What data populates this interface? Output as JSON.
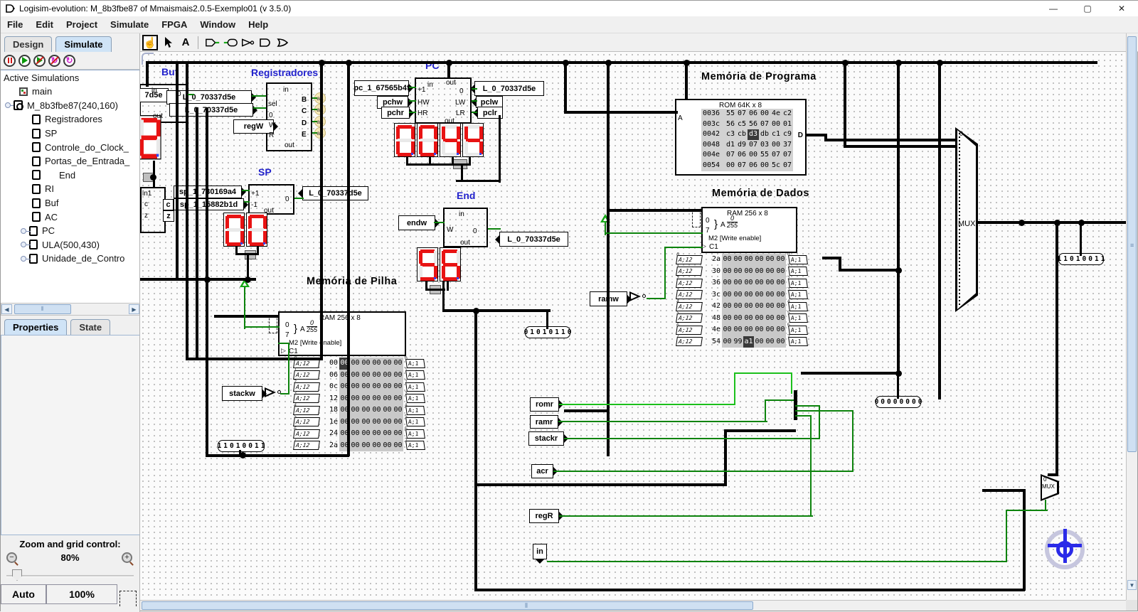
{
  "window": {
    "title": "Logisim-evolution: M_8b3fbe87 of Mmaismais2.0.5-Exemplo01 (v 3.5.0)",
    "controls": {
      "minimize": "—",
      "maximize": "▢",
      "close": "✕"
    }
  },
  "menu": {
    "items": [
      "File",
      "Edit",
      "Project",
      "Simulate",
      "FPGA",
      "Window",
      "Help"
    ]
  },
  "tabs": {
    "design": "Design",
    "simulate": "Simulate"
  },
  "toolbar_tools": [
    "poke-tool",
    "edit-tool",
    "text-tool",
    "input-pin",
    "output-pin",
    "not-gate",
    "and-gate",
    "or-gate"
  ],
  "sim_controls": [
    "sim-pause",
    "sim-run",
    "sim-step",
    "sim-restart",
    "sim-tick"
  ],
  "sidebar": {
    "active_sims_header": "Active Simulations",
    "tree": [
      {
        "label": "main",
        "icon": "main",
        "level": 0
      },
      {
        "label": "M_8b3fbe87(240,160)",
        "icon": "mag",
        "level": 0,
        "handle": true
      },
      {
        "label": "Registradores",
        "icon": "chip",
        "level": 1
      },
      {
        "label": "SP",
        "icon": "chip",
        "level": 1
      },
      {
        "label": "Controle_do_Clock_",
        "icon": "chip",
        "level": 1
      },
      {
        "label": "Portas_de_Entrada_",
        "icon": "chip",
        "level": 1
      },
      {
        "label": "End",
        "icon": "chip",
        "level": 1,
        "indent": true
      },
      {
        "label": "RI",
        "icon": "chip",
        "level": 1
      },
      {
        "label": "Buf",
        "icon": "chip",
        "level": 1
      },
      {
        "label": "AC",
        "icon": "chip",
        "level": 1
      },
      {
        "label": "PC",
        "icon": "chip",
        "level": 1,
        "handle": true
      },
      {
        "label": "ULA(500,430)",
        "icon": "chip",
        "level": 1,
        "handle": true
      },
      {
        "label": "Unidade_de_Contro",
        "icon": "chip",
        "level": 1,
        "handle": true
      }
    ],
    "properties_tab": "Properties",
    "state_tab": "State",
    "zoom": {
      "header": "Zoom and grid control:",
      "percent": "80%",
      "auto": "Auto",
      "hundred": "100%"
    }
  },
  "canvas": {
    "labels": {
      "buf": "Buf",
      "registradores": "Registradores",
      "pc": "PC",
      "sp": "SP",
      "end": "End",
      "mem_programa": "Memória de Programa",
      "mem_dados": "Memória de Dados",
      "mem_pilha": "Memória de Pilha"
    },
    "tunnels": {
      "t_buf": "7d5e",
      "t_reg1": "L_0_70337d5e",
      "t_reg2": "L_0_70337d5e",
      "t_regW": "regW",
      "t_pc1": "pc_1_67565b4f",
      "t_pchw": "pchw",
      "t_pchr": "pchr",
      "t_pc0": "L_0_70337d5e",
      "t_pclw": "pclw",
      "t_pclr": "pclr",
      "t_sp1": "sp_1_730169a4",
      "t_sp2": "sp_1_15882b1d",
      "t_sp0": "L_0_70337d5e",
      "t_endw": "endw",
      "t_end0": "L_0_70337d5e",
      "t_ramw": "ramw",
      "t_stackw": "stackw",
      "t_romr": "romr",
      "t_ramr": "ramr",
      "t_stackr": "stackr",
      "t_acr": "acr",
      "t_regR": "regR",
      "t_in": "in",
      "t_c": "c",
      "t_z": "z"
    },
    "pins": {
      "buf": {
        "in": "in",
        "zero": "0",
        "out": "out"
      },
      "reg": {
        "in": "in",
        "sel": "sel",
        "zero": "0",
        "w": "W",
        "r": "R",
        "out": "out",
        "b": "B",
        "c": "C",
        "d": "D",
        "e": "E"
      },
      "pc": {
        "plus1": "+1",
        "in": "in",
        "out": "out",
        "zero": "0",
        "hw": "HW",
        "lw": "LW",
        "hr": "HR",
        "lr": "LR",
        "out2": "out"
      },
      "sp": {
        "plus1": "+1",
        "minus1": "-1",
        "zero": "0",
        "out": "out"
      },
      "inbox": {
        "in1": "in1",
        "c": "c",
        "z": "z"
      },
      "end": {
        "in": "in",
        "w": "W",
        "zero": "0",
        "out": "out"
      }
    },
    "a1": "a1",
    "mux": {
      "label": "MUX",
      "zero": "0"
    },
    "displays": {
      "pc": "0044",
      "sp": "00",
      "end": "56",
      "buf": "2"
    },
    "probes": {
      "p1": "01010110",
      "p2": "11010011",
      "p3": "11010011",
      "p4": "00000000"
    },
    "rom": {
      "title": "ROM 64K x 8",
      "a_label": "A",
      "d_label": "D",
      "rows": [
        {
          "addr": "0036",
          "vals": [
            "55",
            "07",
            "06",
            "00",
            "4e",
            "c2"
          ]
        },
        {
          "addr": "003c",
          "vals": [
            "56",
            "c5",
            "56",
            "07",
            "00",
            "01"
          ]
        },
        {
          "addr": "0042",
          "vals": [
            "c3",
            "cb",
            "d3",
            "db",
            "c1",
            "c9"
          ],
          "hl": 2
        },
        {
          "addr": "0048",
          "vals": [
            "d1",
            "d9",
            "07",
            "03",
            "00",
            "37"
          ]
        },
        {
          "addr": "004e",
          "vals": [
            "07",
            "06",
            "00",
            "55",
            "07",
            "07"
          ]
        },
        {
          "addr": "0054",
          "vals": [
            "00",
            "07",
            "06",
            "00",
            "5c",
            "07"
          ]
        }
      ]
    },
    "ram_header": {
      "title": "RAM 256 x 8",
      "zero": "0",
      "seven": "7",
      "a": "A",
      "num": "0",
      "den": "255",
      "m2": "M2 [Write enable]",
      "c1": "C1"
    },
    "fan_left": "A;12",
    "fan_right": "A;1",
    "ram_dados": {
      "rows": [
        {
          "addr": "2a",
          "vals": [
            "00",
            "00",
            "00",
            "00",
            "00",
            "00"
          ]
        },
        {
          "addr": "30",
          "vals": [
            "00",
            "00",
            "00",
            "00",
            "00",
            "00"
          ]
        },
        {
          "addr": "36",
          "vals": [
            "00",
            "00",
            "00",
            "00",
            "00",
            "00"
          ]
        },
        {
          "addr": "3c",
          "vals": [
            "00",
            "00",
            "00",
            "00",
            "00",
            "00"
          ]
        },
        {
          "addr": "42",
          "vals": [
            "00",
            "00",
            "00",
            "00",
            "00",
            "00"
          ]
        },
        {
          "addr": "48",
          "vals": [
            "00",
            "00",
            "00",
            "00",
            "00",
            "00"
          ]
        },
        {
          "addr": "4e",
          "vals": [
            "00",
            "00",
            "00",
            "00",
            "00",
            "00"
          ]
        },
        {
          "addr": "54",
          "vals": [
            "00",
            "99",
            "a1",
            "00",
            "00",
            "00"
          ],
          "hl": 2
        }
      ]
    },
    "ram_pilha": {
      "rows": [
        {
          "addr": "00",
          "vals": [
            "00",
            "00",
            "00",
            "00",
            "00",
            "00"
          ],
          "hl": 0
        },
        {
          "addr": "06",
          "vals": [
            "00",
            "00",
            "00",
            "00",
            "00",
            "00"
          ]
        },
        {
          "addr": "0c",
          "vals": [
            "00",
            "00",
            "00",
            "00",
            "00",
            "00"
          ]
        },
        {
          "addr": "12",
          "vals": [
            "00",
            "00",
            "00",
            "00",
            "00",
            "00"
          ]
        },
        {
          "addr": "18",
          "vals": [
            "00",
            "00",
            "00",
            "00",
            "00",
            "00"
          ]
        },
        {
          "addr": "1e",
          "vals": [
            "00",
            "00",
            "00",
            "00",
            "00",
            "00"
          ]
        },
        {
          "addr": "24",
          "vals": [
            "00",
            "00",
            "00",
            "00",
            "00",
            "00"
          ]
        },
        {
          "addr": "2a",
          "vals": [
            "00",
            "00",
            "00",
            "00",
            "00",
            "00"
          ]
        }
      ]
    }
  },
  "colors": {
    "wire_black": "#000000",
    "wire_green": "#0c830c",
    "wire_bright_green": "#1cc01c",
    "label_blue": "#2222cc",
    "seg_red": "#e81313",
    "highlight_cell": "#3a3a3a"
  }
}
